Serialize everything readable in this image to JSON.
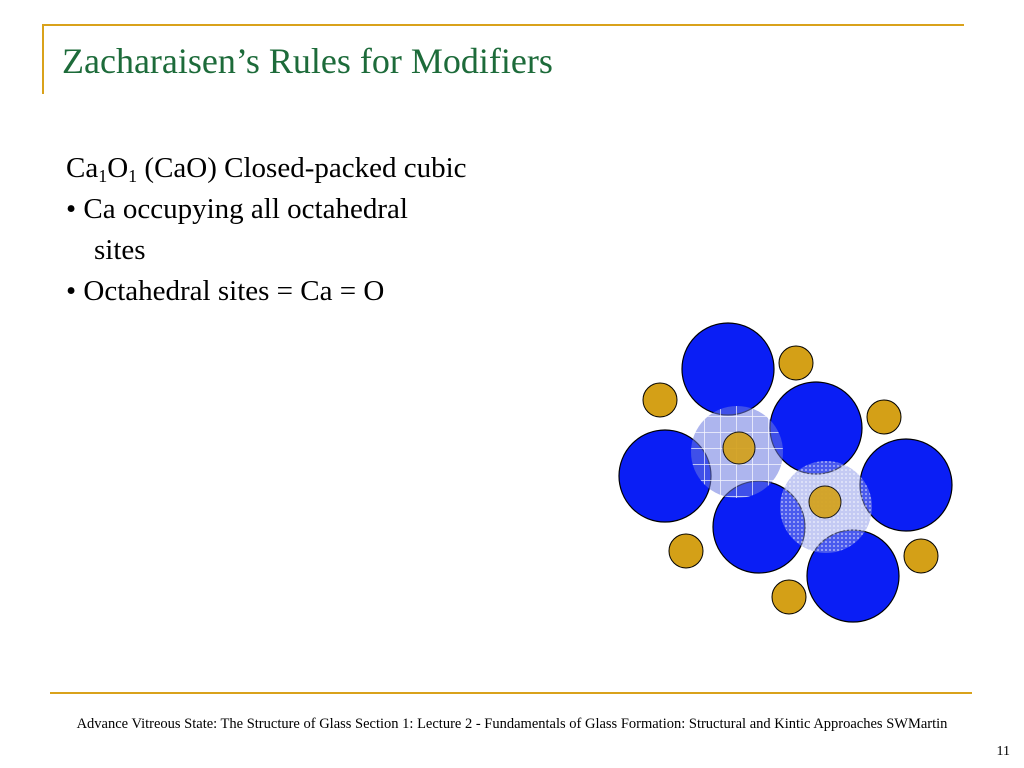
{
  "slide": {
    "title": "Zacharaisen’s Rules for Modifiers",
    "body": {
      "formula": {
        "ca": "Ca",
        "ca_sub": "1",
        "o": "O",
        "o_sub": "1",
        "rest": " (CaO) Closed-packed cubic"
      },
      "bullet1_line1": "• Ca occupying all octahedral",
      "bullet1_line2": "sites",
      "bullet2": "• Octahedral sites = Ca = O"
    },
    "footer": {
      "left": "Advance Vitreous State: The Structure of Glass",
      "right": "Section 1: Lecture 2 - Fundamentals of Glass Formation: Structural and Kintic Approaches SWMartin"
    },
    "page_number": "11"
  },
  "colors": {
    "title": "#1d6b3a",
    "rule": "#d9a21b",
    "oxygen_atom": "#0a1ef5",
    "calcium_atom": "#d4a017",
    "octahedral_site": "#6a78e0"
  }
}
